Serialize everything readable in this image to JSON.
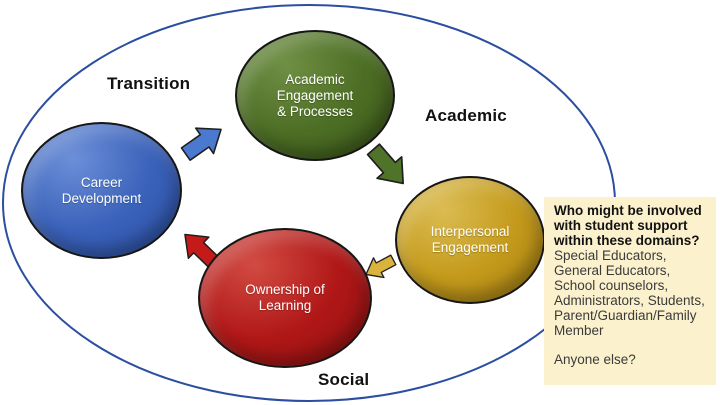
{
  "diagram": {
    "outer_ellipse_color": "#2B4EA0",
    "title_labels": {
      "transition": "Transition",
      "academic": "Academic",
      "social": "Social"
    },
    "nodes": [
      {
        "id": "career-development",
        "label": "Career\nDevelopment",
        "colors": {
          "highlight": "#6C8FD8",
          "base": "#3A62BA",
          "dark": "#2C4FA3"
        }
      },
      {
        "id": "academic-engagement",
        "label": "Academic\nEngagement\n& Processes",
        "colors": {
          "highlight": "#6F8F44",
          "base": "#4C6E24",
          "dark": "#3B561A"
        }
      },
      {
        "id": "interpersonal-engagement",
        "label": "Interpersonal\nEngagement",
        "colors": {
          "highlight": "#DBBC52",
          "base": "#C49A1B",
          "dark": "#A47F12"
        }
      },
      {
        "id": "ownership-of-learning",
        "label": "Ownership of\nLearning",
        "colors": {
          "highlight": "#D24B42",
          "base": "#B01717",
          "dark": "#8E1111"
        }
      }
    ],
    "arrows": [
      {
        "id": "career-to-academic",
        "color": "#4B79D0"
      },
      {
        "id": "academic-to-interpersonal",
        "color": "#4F7328"
      },
      {
        "id": "interpersonal-to-ownership",
        "color": "#D9B33B"
      },
      {
        "id": "ownership-to-career",
        "color": "#C41A1A"
      }
    ]
  },
  "note": {
    "bg": "#FBF1CC",
    "question": "Who might be involved\nwith student support\nwithin these domains?",
    "people": "Special Educators,\nGeneral Educators,\nSchool counselors,\nAdministrators, Students,\nParent/Guardian/Family\nMember",
    "followup": "Anyone else?"
  }
}
